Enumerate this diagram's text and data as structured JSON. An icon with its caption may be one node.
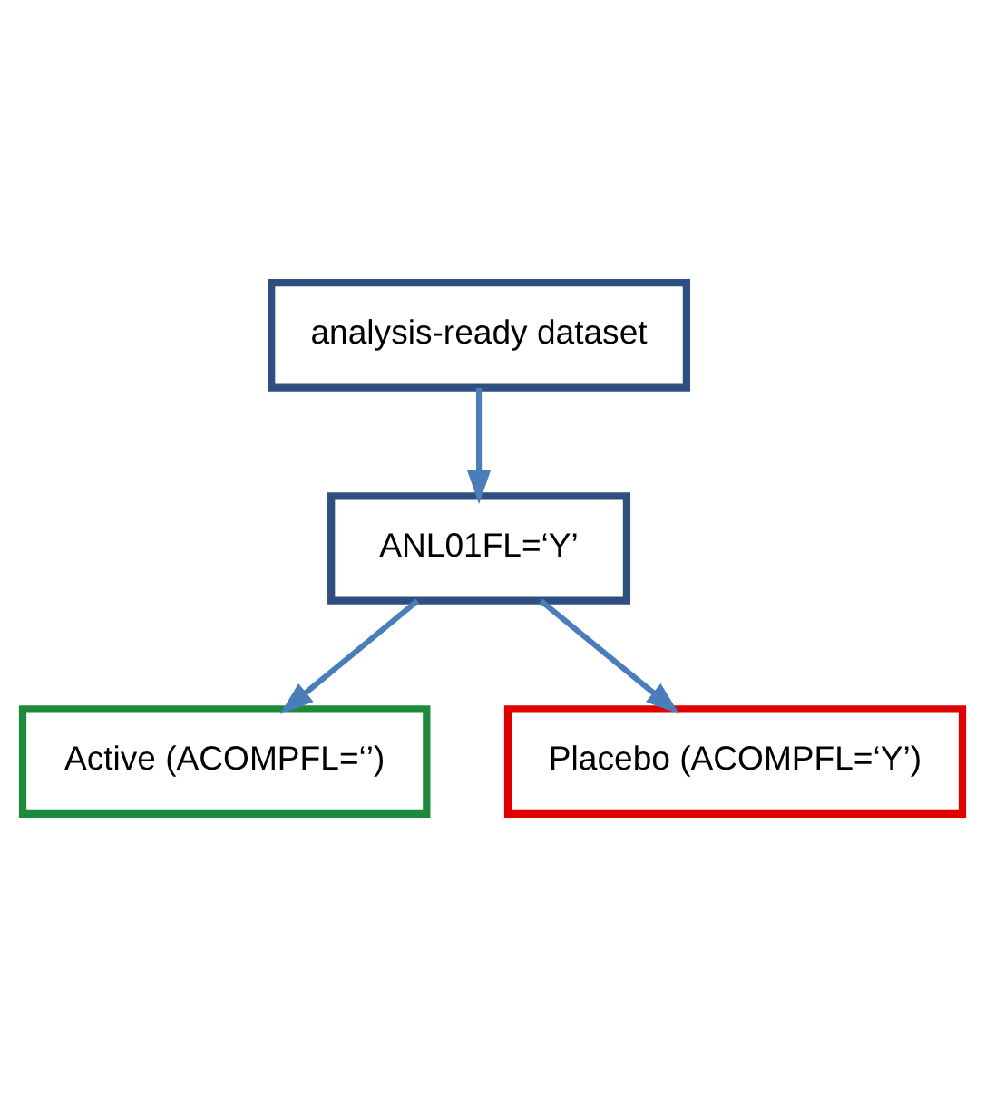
{
  "diagram": {
    "nodes": [
      {
        "text": [
          "analysis-ready dataset"
        ]
      },
      {
        "text": [
          "ANL01FL=‘Y’"
        ]
      },
      {
        "text": [
          "Active (ACOMPFL=‘’)"
        ]
      },
      {
        "text": [
          "Placebo (ACOMPFL=‘Y’)"
        ]
      }
    ],
    "edges": [
      {
        "from": 0,
        "to": 1,
        "arrow": "to"
      },
      {
        "from": 1,
        "to": 2,
        "arrow": "to"
      },
      {
        "from": 1,
        "to": 3,
        "arrow": "to"
      }
    ]
  }
}
